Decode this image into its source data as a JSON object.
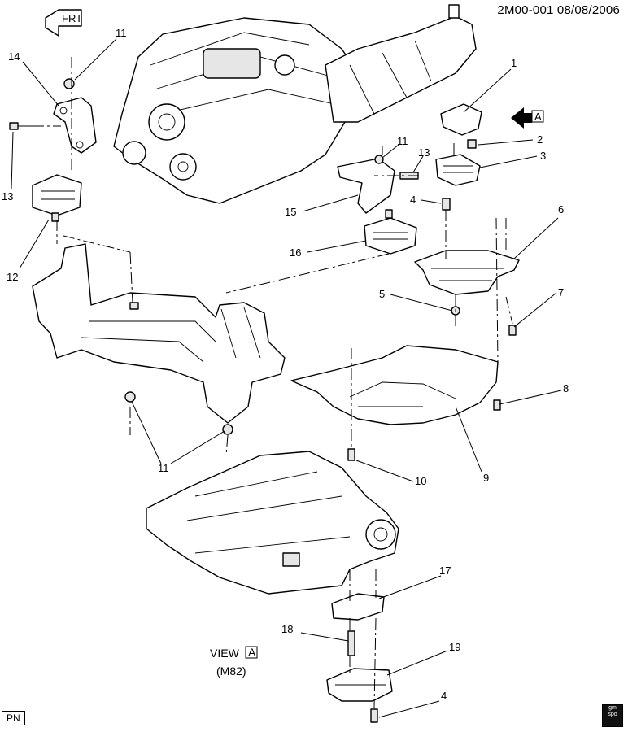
{
  "header": {
    "diagram_id_date": "2M00-001  08/08/2006"
  },
  "callouts": {
    "c1": "1",
    "c2": "2",
    "c3": "3",
    "c4a": "4",
    "c4b": "4",
    "c5": "5",
    "c6": "6",
    "c7": "7",
    "c8": "8",
    "c9": "9",
    "c10": "10",
    "c11a": "11",
    "c11b": "11",
    "c11c": "11",
    "c12": "12",
    "c13a": "13",
    "c13b": "13",
    "c14": "14",
    "c15": "15",
    "c16": "16",
    "c17": "17",
    "c18": "18",
    "c19": "19"
  },
  "view_marker": {
    "letter": "A"
  },
  "view_label": {
    "line1": "VIEW",
    "letter": "A",
    "line2": "(M82)"
  },
  "front_arrow": {
    "label": "FRT"
  },
  "footer": {
    "pn_badge": "PN",
    "logo_lines": [
      "gm",
      "spo"
    ]
  }
}
